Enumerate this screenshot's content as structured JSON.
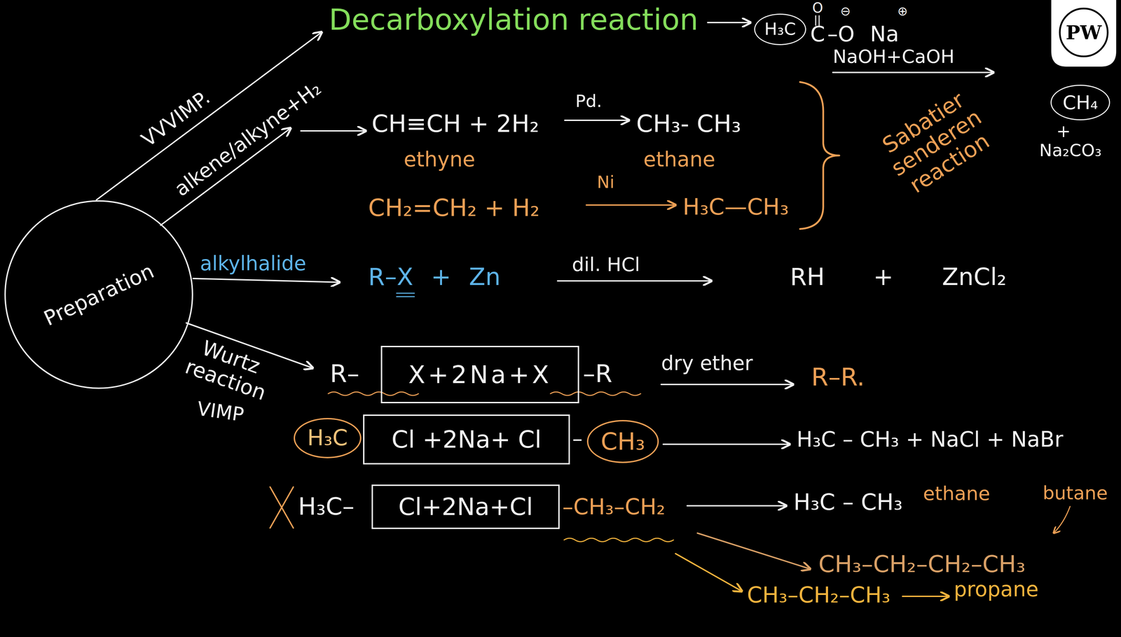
{
  "diagram": {
    "nodes": [
      {
        "text": [
          "Preparation"
        ]
      },
      {
        "text": [
          "H₃C"
        ]
      },
      {
        "text": [
          "CH₄"
        ]
      },
      {
        "text": [
          "X+2Na+X"
        ]
      },
      {
        "text": [
          "H₃C"
        ]
      },
      {
        "text": [
          "Cl +2Na+ Cl"
        ]
      },
      {
        "text": [
          "CH₃"
        ]
      },
      {
        "text": [
          "Cl+2Na+Cl"
        ]
      }
    ],
    "labels": [
      "VVVIMP.",
      "alkene/alkyne+H₂",
      "alkylhalide",
      "Wurtz",
      "reaction",
      "VIMP",
      "Decarboxylation reaction",
      "C",
      "O",
      "–O",
      "⊖",
      "Na",
      "⊕",
      "NaOH+CaOH",
      "+",
      "Na₂CO₃",
      "CH≡CH + 2H₂",
      "ethyne",
      "Pd.",
      "CH₃- CH₃",
      "ethane",
      "CH₂=CH₂ + H₂",
      "Ni",
      "H₃C—CH₃",
      "Sabatier senderen reaction",
      "R–X + Zn",
      "dil. HCl",
      "RH + ZnCl₂",
      "R–",
      "–R",
      "dry ether",
      "R–R.",
      "–",
      "H₃C – CH₃ + NaCl + NaBr",
      "H₃C–",
      "–CH₃–CH₂",
      "H₃C – CH₃",
      "ethane",
      "butane",
      "CH₃–CH₂–CH₂–CH₃",
      "CH₃–CH₂–CH₃",
      "propane",
      "PW"
    ]
  }
}
